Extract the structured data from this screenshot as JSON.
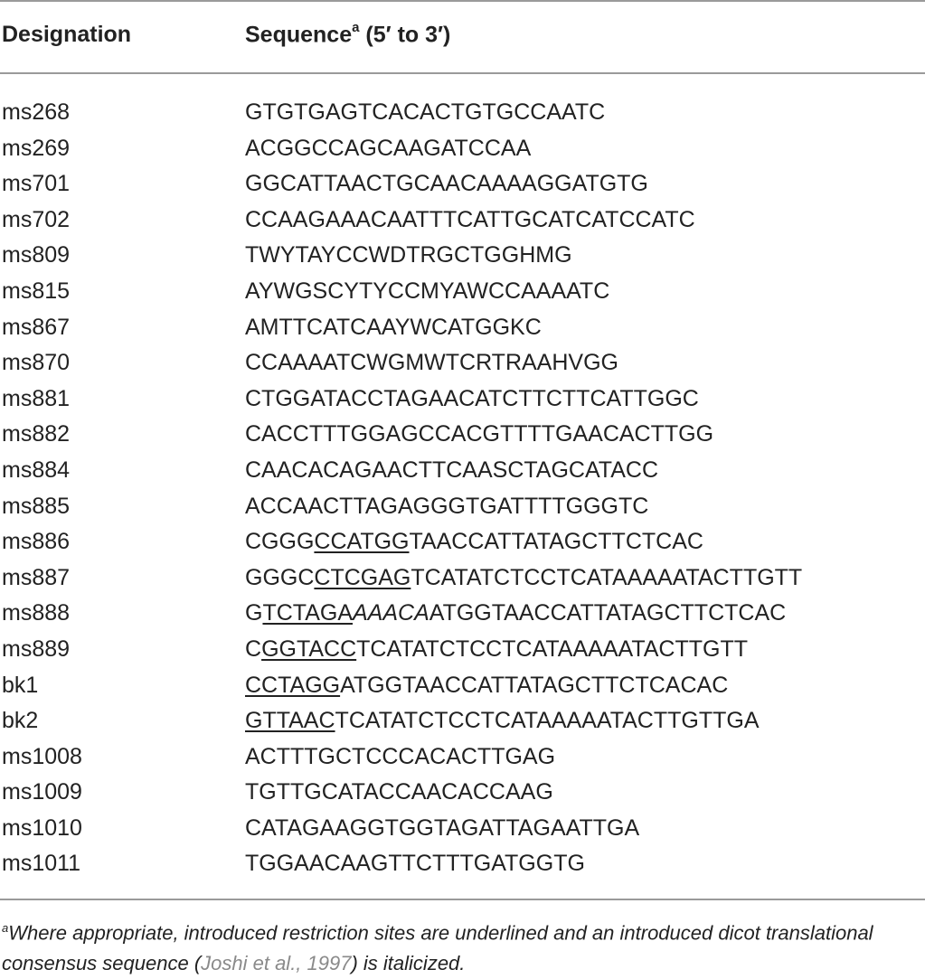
{
  "header": {
    "designation": "Designation",
    "sequence": "Sequence",
    "sequence_note_marker": "a",
    "sequence_suffix": " (5′ to 3′)"
  },
  "rows": [
    {
      "designation": "ms268",
      "segments": [
        {
          "text": "GTGTGAGTCACACTGTGCCAATC",
          "style": "plain"
        }
      ]
    },
    {
      "designation": "ms269",
      "segments": [
        {
          "text": "ACGGCCAGCAAGATCCAA",
          "style": "plain"
        }
      ]
    },
    {
      "designation": "ms701",
      "segments": [
        {
          "text": "GGCATTAACTGCAACAAAAGGATGTG",
          "style": "plain"
        }
      ]
    },
    {
      "designation": "ms702",
      "segments": [
        {
          "text": "CCAAGAAACAATTTCATTGCATCATCCATC",
          "style": "plain"
        }
      ]
    },
    {
      "designation": "ms809",
      "segments": [
        {
          "text": "TWYTAYCCWDTRGCTGGHMG",
          "style": "plain"
        }
      ]
    },
    {
      "designation": "ms815",
      "segments": [
        {
          "text": "AYWGSCYTYCCMYAWCCAAAATC",
          "style": "plain"
        }
      ]
    },
    {
      "designation": "ms867",
      "segments": [
        {
          "text": "AMTTCATCAAYWCATGGKC",
          "style": "plain"
        }
      ]
    },
    {
      "designation": "ms870",
      "segments": [
        {
          "text": "CCAAAATCWGMWTCRTRAAHVGG",
          "style": "plain"
        }
      ]
    },
    {
      "designation": "ms881",
      "segments": [
        {
          "text": "CTGGATACCTAGAACATCTTCTTCATTGGC",
          "style": "plain"
        }
      ]
    },
    {
      "designation": "ms882",
      "segments": [
        {
          "text": "CACCTTTGGAGCCACGTTTTGAACACTTGG",
          "style": "plain"
        }
      ]
    },
    {
      "designation": "ms884",
      "segments": [
        {
          "text": "CAACACAGAACTTCAASCTAGCATACC",
          "style": "plain"
        }
      ]
    },
    {
      "designation": "ms885",
      "segments": [
        {
          "text": "ACCAACTTAGAGGGTGATTTTGGGTC",
          "style": "plain"
        }
      ]
    },
    {
      "designation": "ms886",
      "segments": [
        {
          "text": "CGGG",
          "style": "plain"
        },
        {
          "text": "CCATGG",
          "style": "underline"
        },
        {
          "text": "TAACCATTATAGCTTCTCAC",
          "style": "plain"
        }
      ]
    },
    {
      "designation": "ms887",
      "segments": [
        {
          "text": "GGGC",
          "style": "plain"
        },
        {
          "text": "CTCGAG",
          "style": "underline"
        },
        {
          "text": "TCATATCTCCTCATAAAAATACTTGTT",
          "style": "plain"
        }
      ]
    },
    {
      "designation": "ms888",
      "segments": [
        {
          "text": "G",
          "style": "plain"
        },
        {
          "text": "TCTAGA",
          "style": "underline"
        },
        {
          "text": "AAACA",
          "style": "italic"
        },
        {
          "text": "ATGGTAACCATTATAGCTTCTCAC",
          "style": "plain"
        }
      ]
    },
    {
      "designation": "ms889",
      "segments": [
        {
          "text": "C",
          "style": "plain"
        },
        {
          "text": "GGTACC",
          "style": "underline"
        },
        {
          "text": "TCATATCTCCTCATAAAAATACTTGTT",
          "style": "plain"
        }
      ]
    },
    {
      "designation": "bk1",
      "segments": [
        {
          "text": "CCTAGG",
          "style": "underline"
        },
        {
          "text": "ATGGTAACCATTATAGCTTCTCACAC",
          "style": "plain"
        }
      ]
    },
    {
      "designation": "bk2",
      "segments": [
        {
          "text": "GTTAAC",
          "style": "underline"
        },
        {
          "text": "TCATATCTCCTCATAAAAATACTTGTTGA",
          "style": "plain"
        }
      ]
    },
    {
      "designation": "ms1008",
      "segments": [
        {
          "text": "ACTTTGCTCCCACACTTGAG",
          "style": "plain"
        }
      ]
    },
    {
      "designation": "ms1009",
      "segments": [
        {
          "text": "TGTTGCATACCAACACCAAG",
          "style": "plain"
        }
      ]
    },
    {
      "designation": "ms1010",
      "segments": [
        {
          "text": "CATAGAAGGTGGTAGATTAGAATTGA",
          "style": "plain"
        }
      ]
    },
    {
      "designation": "ms1011",
      "segments": [
        {
          "text": "TGGAACAAGTTCTTTGATGGTG",
          "style": "plain"
        }
      ]
    }
  ],
  "footnote": {
    "marker": "a",
    "text_before": "Where appropriate, introduced restriction sites are underlined and an introduced dicot translational consensus sequence (",
    "citation": "Joshi et al., 1997",
    "text_after": ") is italicized."
  },
  "colors": {
    "rule": "#9a9a9a",
    "text": "#222222",
    "citation": "#8a8a8a"
  }
}
